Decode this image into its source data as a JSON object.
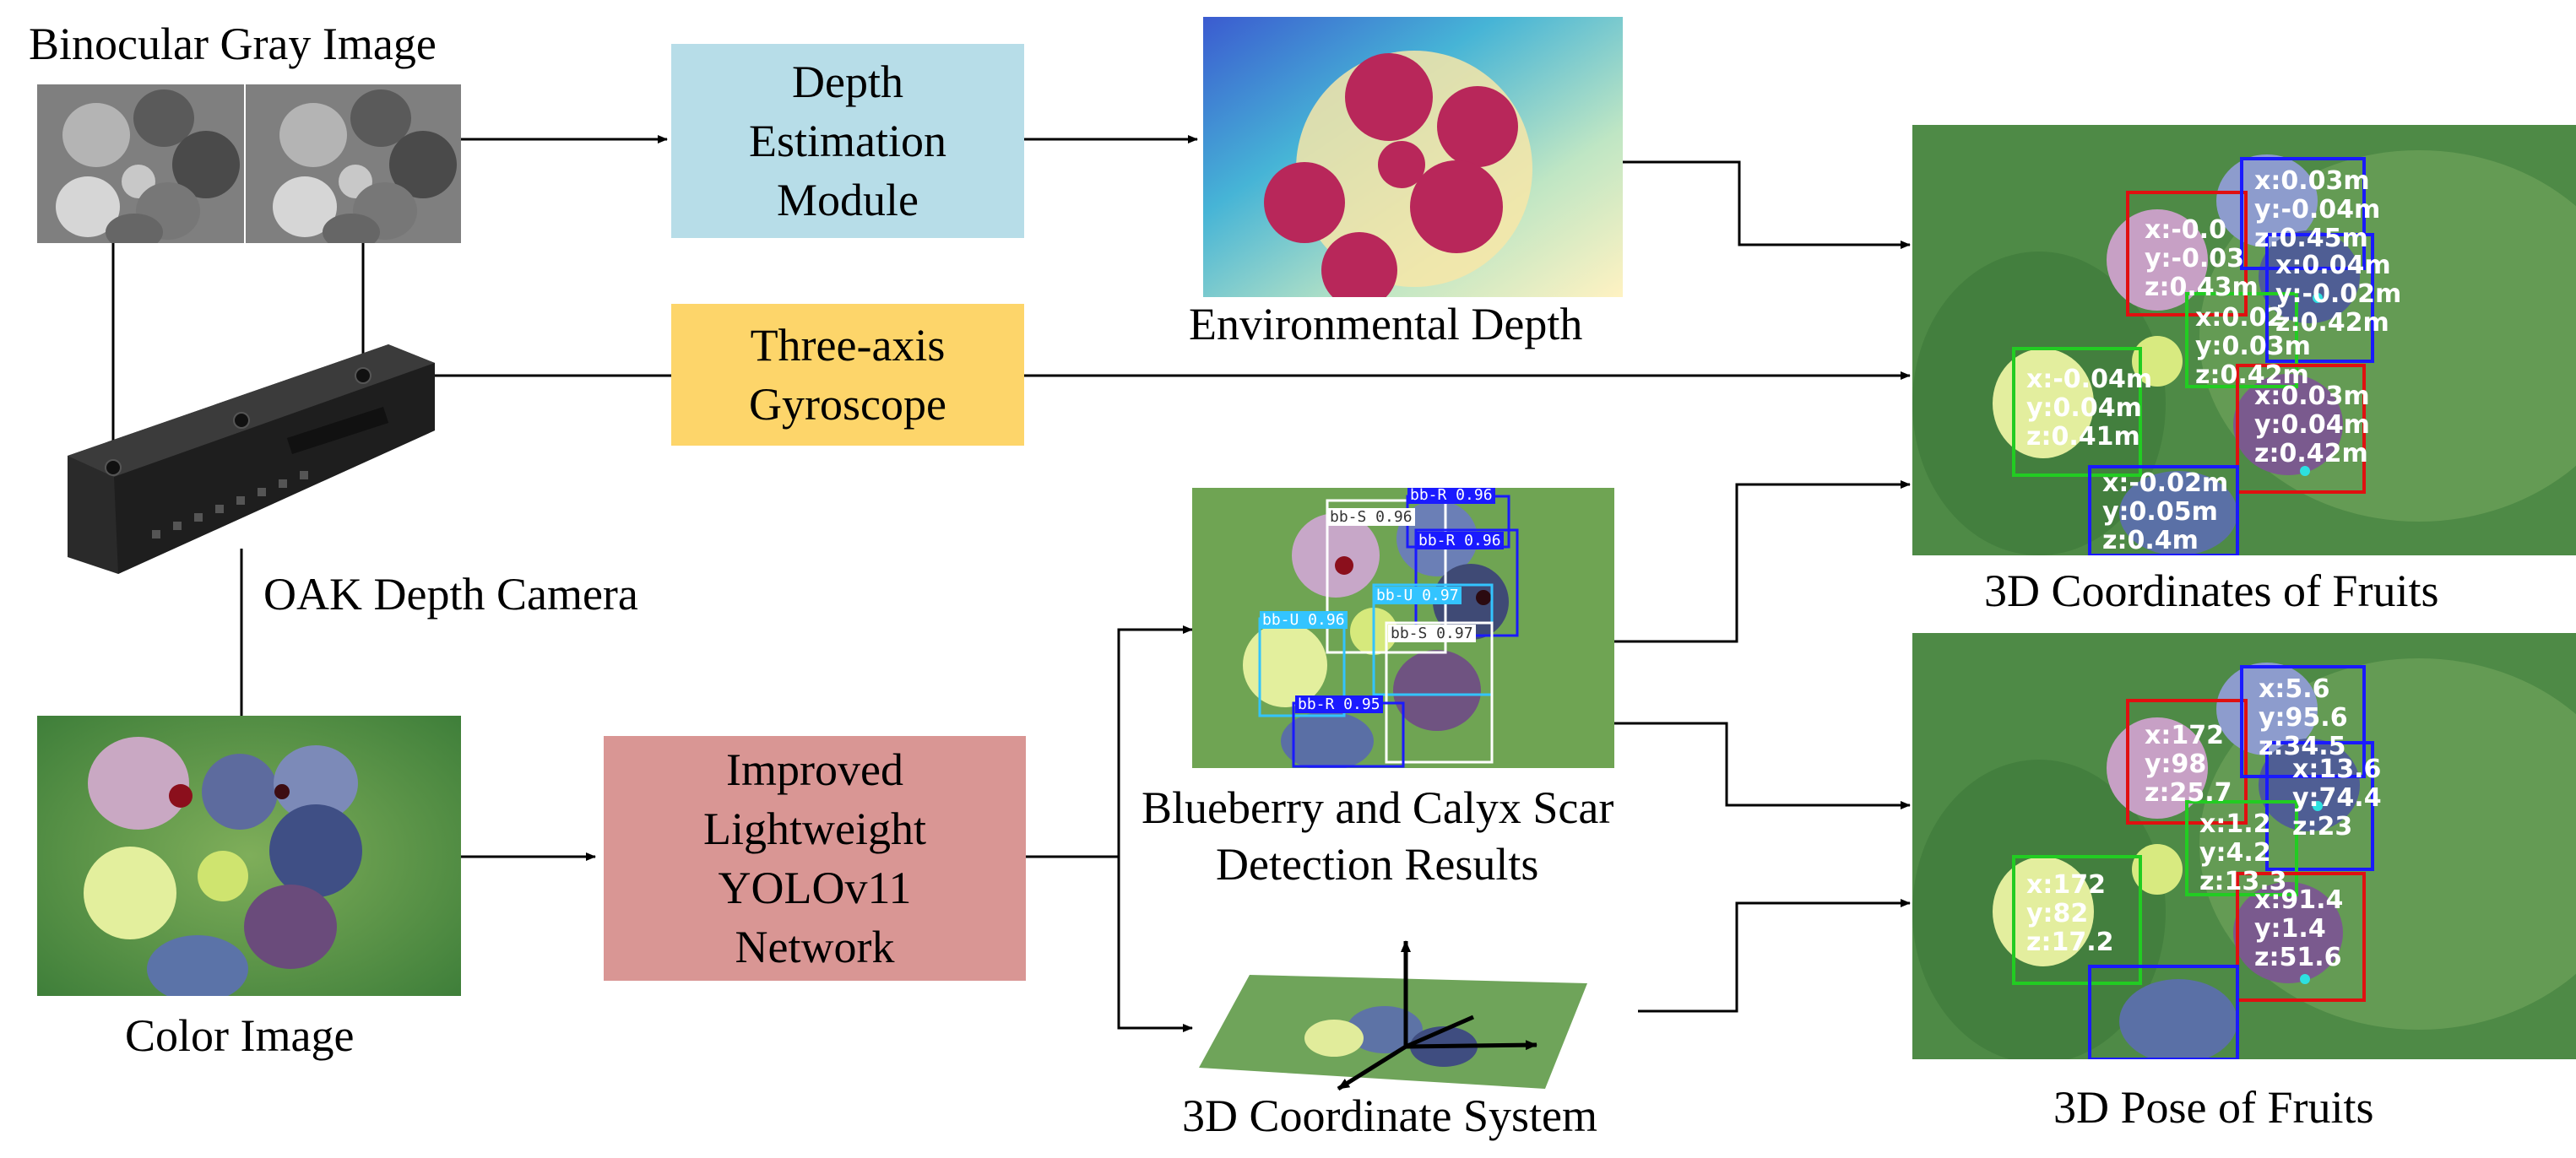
{
  "inputs": {
    "binocular_label": "Binocular Gray Image",
    "camera_label": "OAK Depth Camera",
    "color_label": "Color Image"
  },
  "modules": {
    "depth_line1": "Depth",
    "depth_line2": "Estimation",
    "depth_line3": "Module",
    "gyro_line1": "Three-axis",
    "gyro_line2": "Gyroscope",
    "yolo_line1": "Improved",
    "yolo_line2": "Lightweight",
    "yolo_line3": "YOLOv11",
    "yolo_line4": "Network"
  },
  "results": {
    "env_depth_label": "Environmental Depth",
    "detection_line1": "Blueberry and Calyx Scar",
    "detection_line2": "Detection Results",
    "coord_system_label": "3D Coordinate System",
    "coords_label": "3D Coordinates of Fruits",
    "pose_label": "3D Pose of Fruits"
  },
  "detection_tags": [
    {
      "text": "bb-R 0.96",
      "color": "#1a1aff"
    },
    {
      "text": "bb-S 0.96",
      "color": "#ffffff"
    },
    {
      "text": "bb-R 0.96",
      "color": "#1a1aff"
    },
    {
      "text": "bb-U 0.97",
      "color": "#33c4ff"
    },
    {
      "text": "bb-U 0.96",
      "color": "#33c4ff"
    },
    {
      "text": "bb-S 0.97",
      "color": "#ffffff"
    },
    {
      "text": "bb-R 0.95",
      "color": "#1a1aff"
    }
  ],
  "coord_tags": [
    {
      "lines": [
        "x:-0.0",
        "y:-0.03",
        "z:0.43m"
      ]
    },
    {
      "lines": [
        "x:0.03m",
        "y:-0.04m",
        "z:0.45m"
      ]
    },
    {
      "lines": [
        "x:0.04m",
        "y:-0.02m",
        "z:0.42m"
      ]
    },
    {
      "lines": [
        "x:0.02",
        "y:0.03m",
        "z:0.42m"
      ]
    },
    {
      "lines": [
        "x:-0.04m",
        "y:0.04m",
        "z:0.41m"
      ]
    },
    {
      "lines": [
        "x:0.03m",
        "y:0.04m",
        "z:0.42m"
      ]
    },
    {
      "lines": [
        "x:-0.02m",
        "y:0.05m",
        "z:0.4m"
      ]
    }
  ],
  "pose_tags": [
    {
      "lines": [
        "x:172",
        "y:98",
        "z:25.7"
      ]
    },
    {
      "lines": [
        "x:5.6",
        "y:95.6",
        "z:34.5"
      ]
    },
    {
      "lines": [
        "x:13.6",
        "y:74.4",
        "z:23"
      ]
    },
    {
      "lines": [
        "x:1.2",
        "y:4.2",
        "z:13.3"
      ]
    },
    {
      "lines": [
        "x:172",
        "y:82",
        "z:17.2"
      ]
    },
    {
      "lines": [
        "x:91.4",
        "y:1.4",
        "z:51.6"
      ]
    }
  ],
  "colors": {
    "depth_box": "#b7dde8",
    "gyro_box": "#fdd56a",
    "yolo_box": "#d99694"
  }
}
